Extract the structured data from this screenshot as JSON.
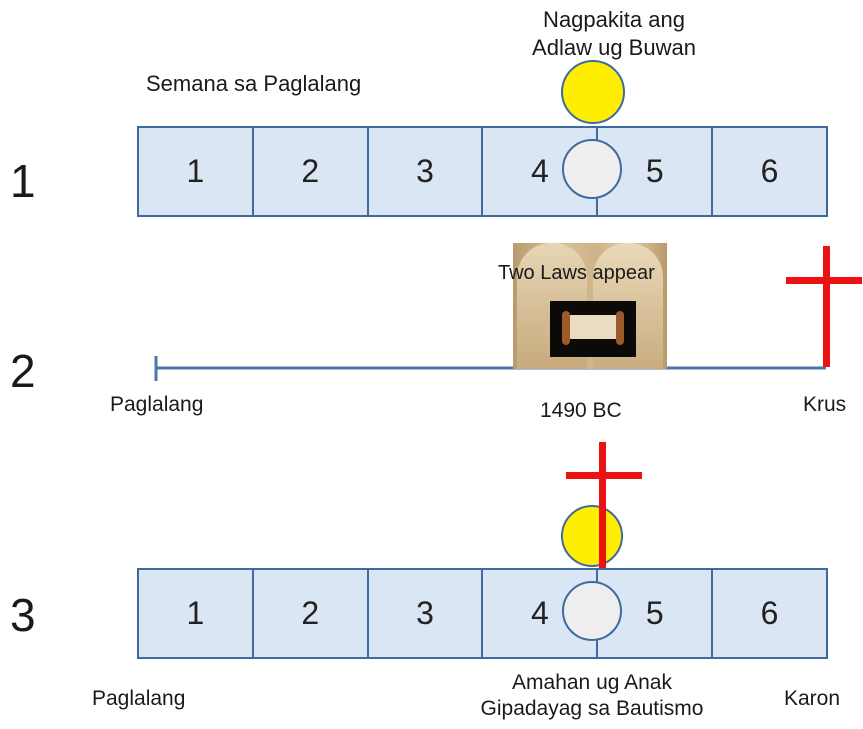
{
  "row1": {
    "number": "1",
    "top_caption_line1": "Nagpakita ang",
    "top_caption_line2": "Adlaw ug Buwan",
    "title": "Semana sa Paglalang",
    "cells": [
      "1",
      "2",
      "3",
      "4",
      "5",
      "6"
    ]
  },
  "row2": {
    "number": "2",
    "overlay_text": "Two Laws appear",
    "start_label": "Paglalang",
    "mid_label": "1490 BC",
    "end_label": "Krus"
  },
  "row3": {
    "number": "3",
    "cells": [
      "1",
      "2",
      "3",
      "4",
      "5",
      "6"
    ],
    "start_label": "Paglalang",
    "caption_line1": "Amahan ug Anak",
    "caption_line2": "Gipadayag sa Bautismo",
    "end_label": "Karon"
  },
  "colors": {
    "box_fill": "#dbe6f4",
    "box_border": "#3e6aa0",
    "sun": "#ffee00",
    "moon": "#eeeeee",
    "cross": "#ee1111"
  },
  "icons": [
    "sun-icon",
    "moon-icon",
    "cross-icon",
    "law-tablets-image",
    "scroll-icon"
  ]
}
